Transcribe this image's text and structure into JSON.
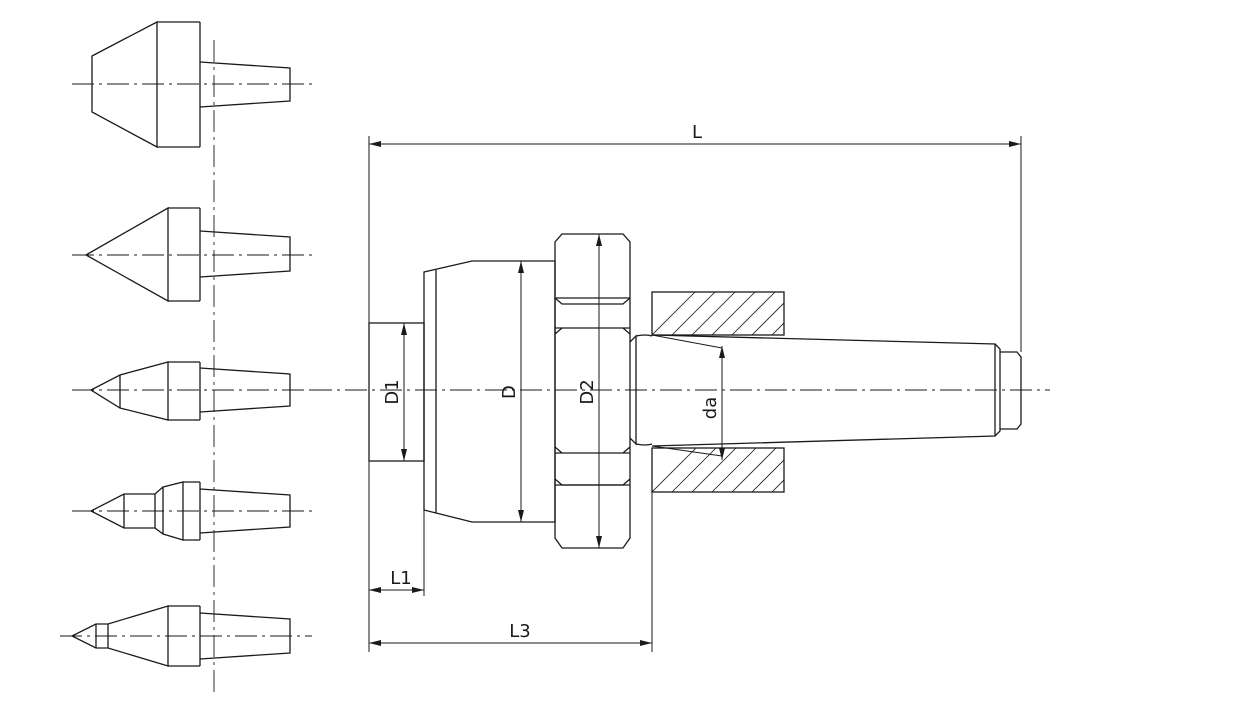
{
  "drawing": {
    "labels": {
      "L": "L",
      "L1": "L1",
      "L3": "L3",
      "D": "D",
      "D1": "D1",
      "D2": "D2",
      "da": "da"
    },
    "colors": {
      "line": "#1a1a1a",
      "background": "#ffffff"
    }
  }
}
